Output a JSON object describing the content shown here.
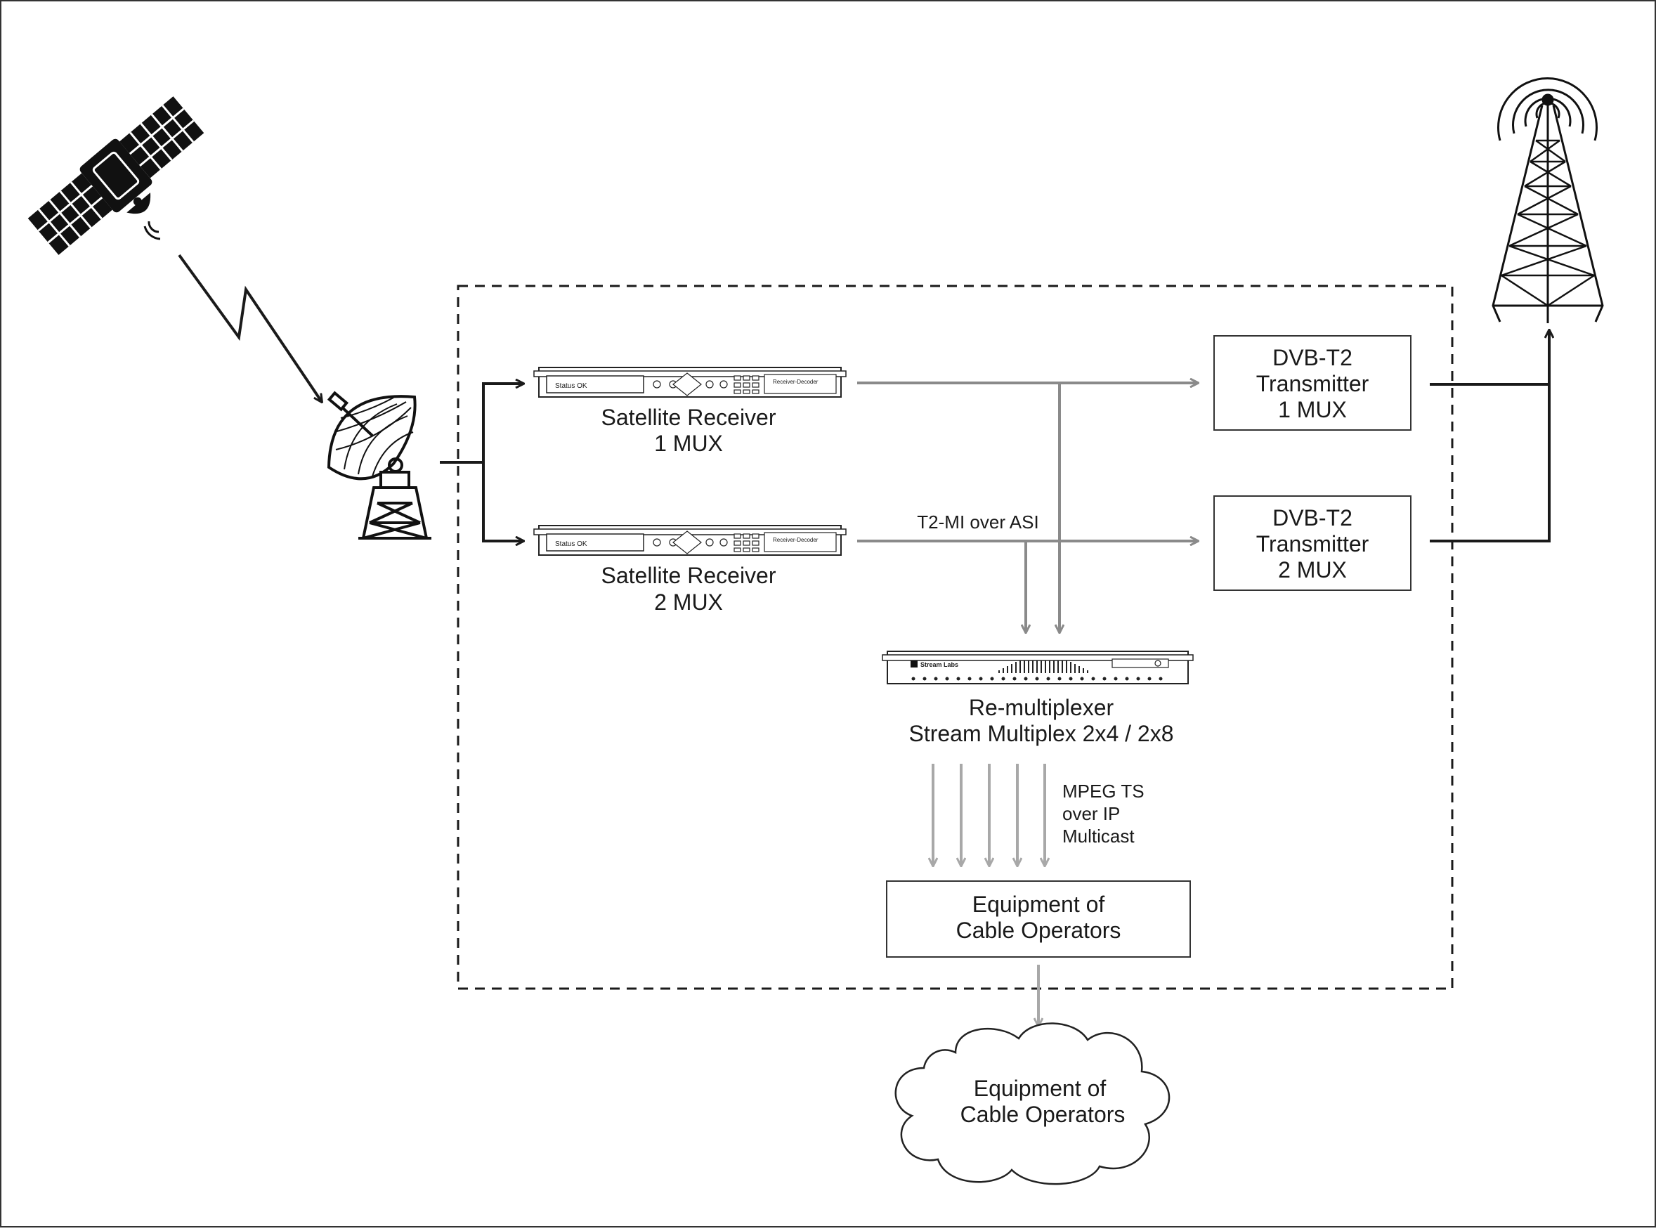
{
  "satellite_receiver_1": {
    "line1": "Satellite Receiver",
    "line2": "1 MUX",
    "front_status": "Status OK",
    "front_model": "Receiver-Decoder"
  },
  "satellite_receiver_2": {
    "line1": "Satellite Receiver",
    "line2": "2 MUX",
    "front_status": "Status OK",
    "front_model": "Receiver-Decoder"
  },
  "transmitter_1": {
    "line1": "DVB-T2",
    "line2": "Transmitter",
    "line3": "1 MUX"
  },
  "transmitter_2": {
    "line1": "DVB-T2",
    "line2": "Transmitter",
    "line3": "2 MUX"
  },
  "t2mi_label": "T2-MI over ASI",
  "remux": {
    "line1": "Re-multiplexer",
    "line2": "Stream Multiplex 2x4 / 2x8",
    "brand": "Stream Labs"
  },
  "mpeg_label": {
    "line1": "MPEG TS",
    "line2": "over IP",
    "line3": "Multicast"
  },
  "cable_box": {
    "line1": "Equipment of",
    "line2": "Cable Operators"
  },
  "cloud": {
    "line1": "Equipment of",
    "line2": "Cable Operators"
  },
  "colors": {
    "dark_line": "#1a1a1a",
    "signal_line": "#8a8a8a",
    "light_line": "#a8a8a8"
  },
  "icons": [
    "satellite-icon",
    "satellite-dish-icon",
    "broadcast-tower-icon",
    "rack-receiver-icon",
    "rack-remux-icon",
    "cloud-icon"
  ]
}
